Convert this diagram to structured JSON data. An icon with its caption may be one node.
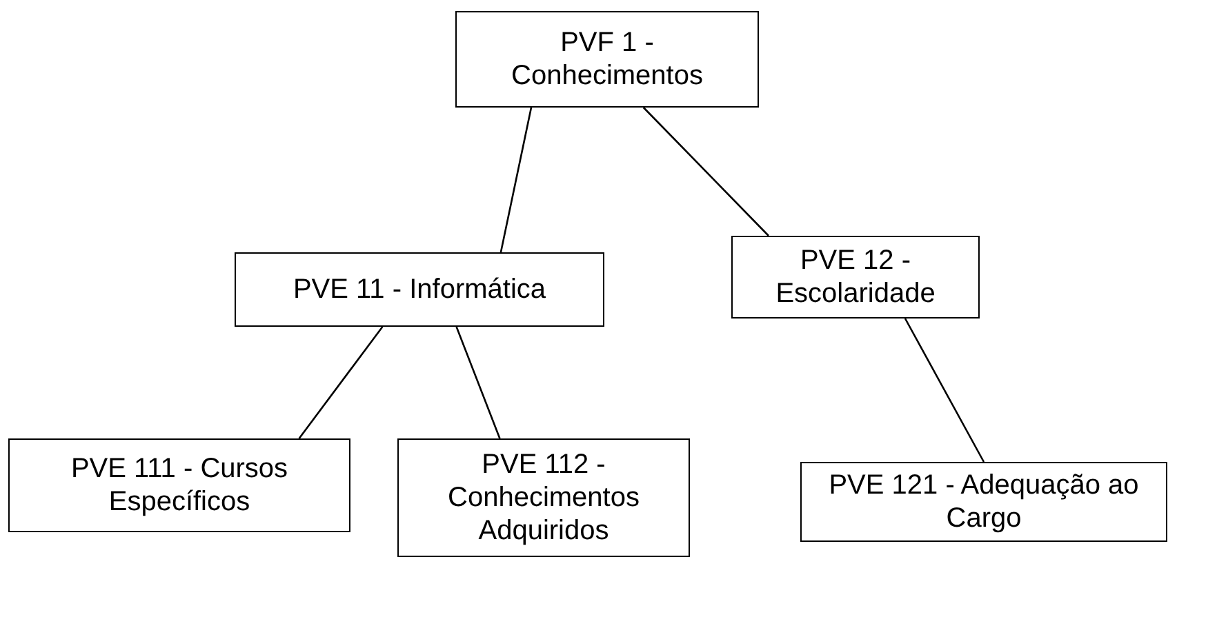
{
  "diagram": {
    "nodes": [
      {
        "text": [
          "PVF 1 - Conhecimentos"
        ]
      },
      {
        "text": [
          "PVE 11 - Informática"
        ]
      },
      {
        "text": [
          "PVE 12 - Escolaridade"
        ]
      },
      {
        "text": [
          "PVE 111 - Cursos Específicos"
        ]
      },
      {
        "text": [
          "PVE 112 - Conhecimentos Adquiridos"
        ]
      },
      {
        "text": [
          "PVE 121 - Adequação ao Cargo"
        ]
      }
    ],
    "edges": [
      {
        "from": 0,
        "to": 1,
        "arrow": "none"
      },
      {
        "from": 0,
        "to": 2,
        "arrow": "none"
      },
      {
        "from": 1,
        "to": 3,
        "arrow": "none"
      },
      {
        "from": 1,
        "to": 4,
        "arrow": "none"
      },
      {
        "from": 2,
        "to": 5,
        "arrow": "none"
      }
    ]
  }
}
